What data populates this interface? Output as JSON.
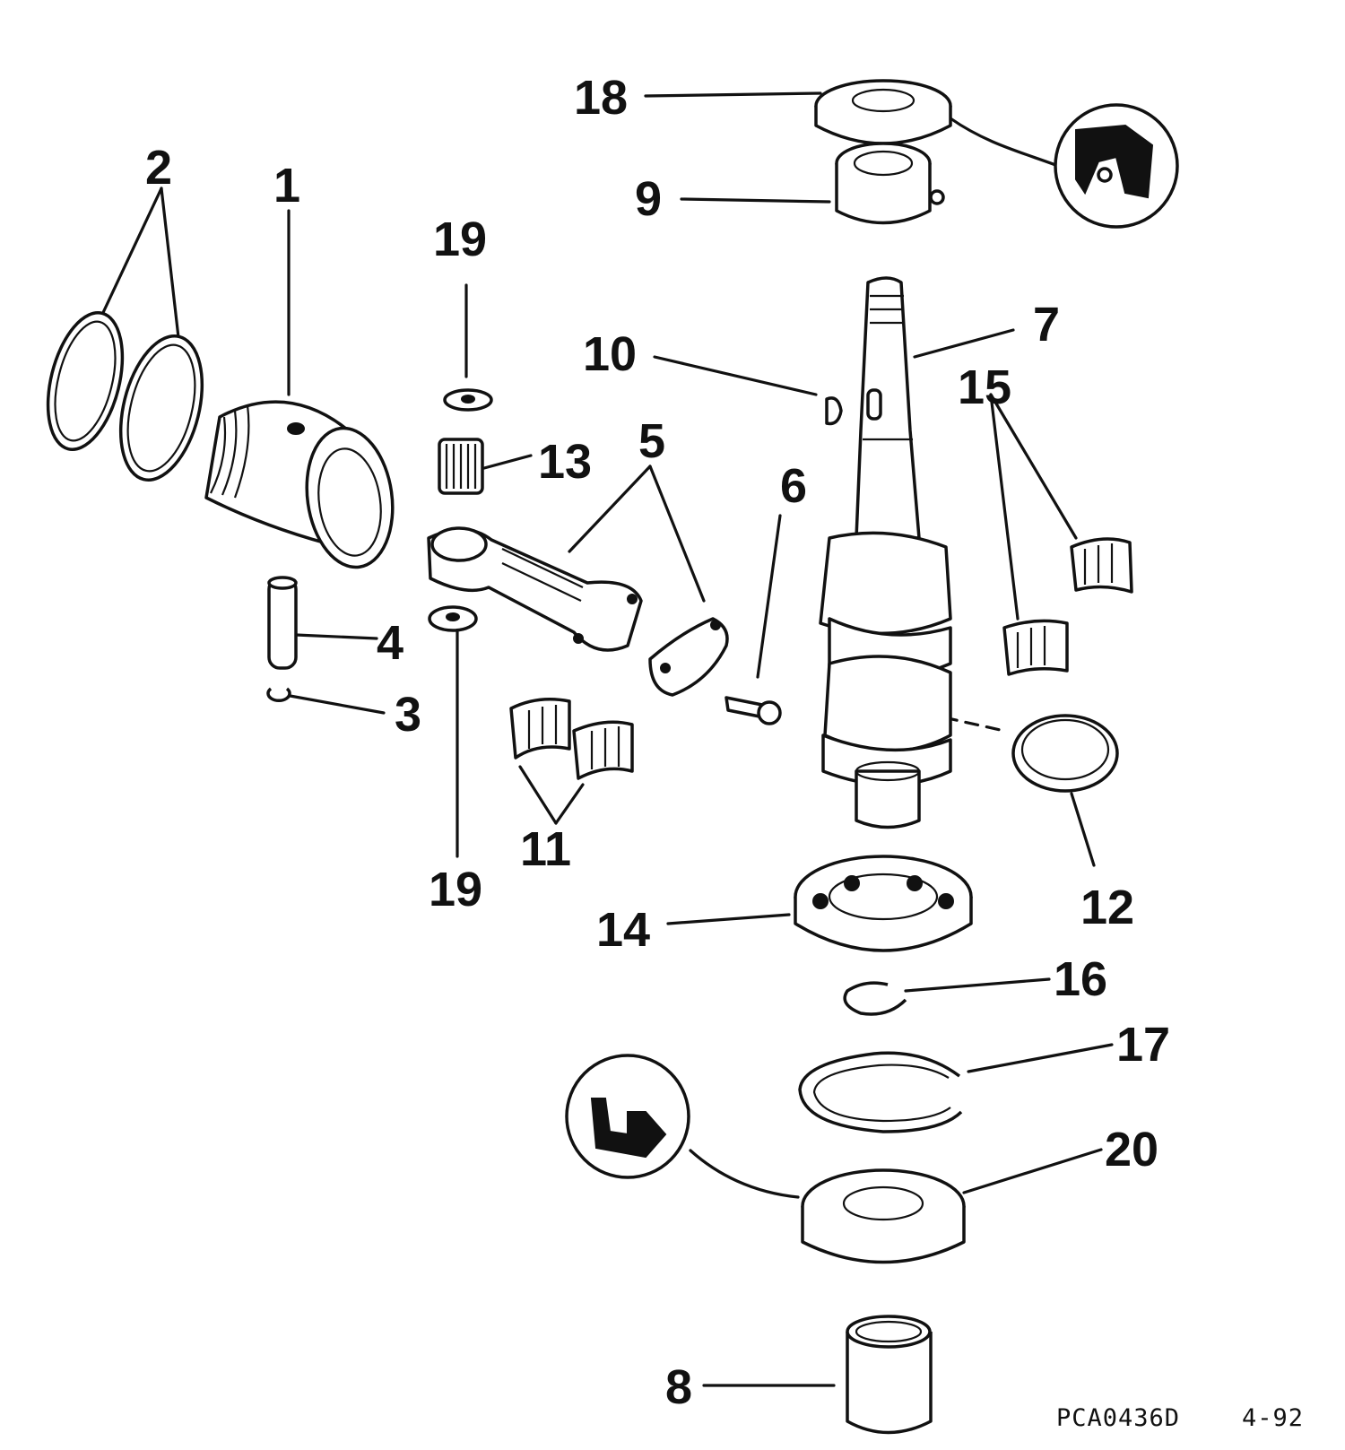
{
  "callouts": {
    "c1": "1",
    "c2": "2",
    "c3": "3",
    "c4": "4",
    "c5": "5",
    "c6": "6",
    "c7": "7",
    "c8": "8",
    "c9": "9",
    "c10": "10",
    "c11": "11",
    "c12": "12",
    "c13": "13",
    "c14": "14",
    "c15": "15",
    "c16": "16",
    "c17": "17",
    "c18": "18",
    "c19a": "19",
    "c19b": "19",
    "c20": "20"
  },
  "footer": {
    "part_code": "PCA0436D",
    "revision": "4-92"
  }
}
